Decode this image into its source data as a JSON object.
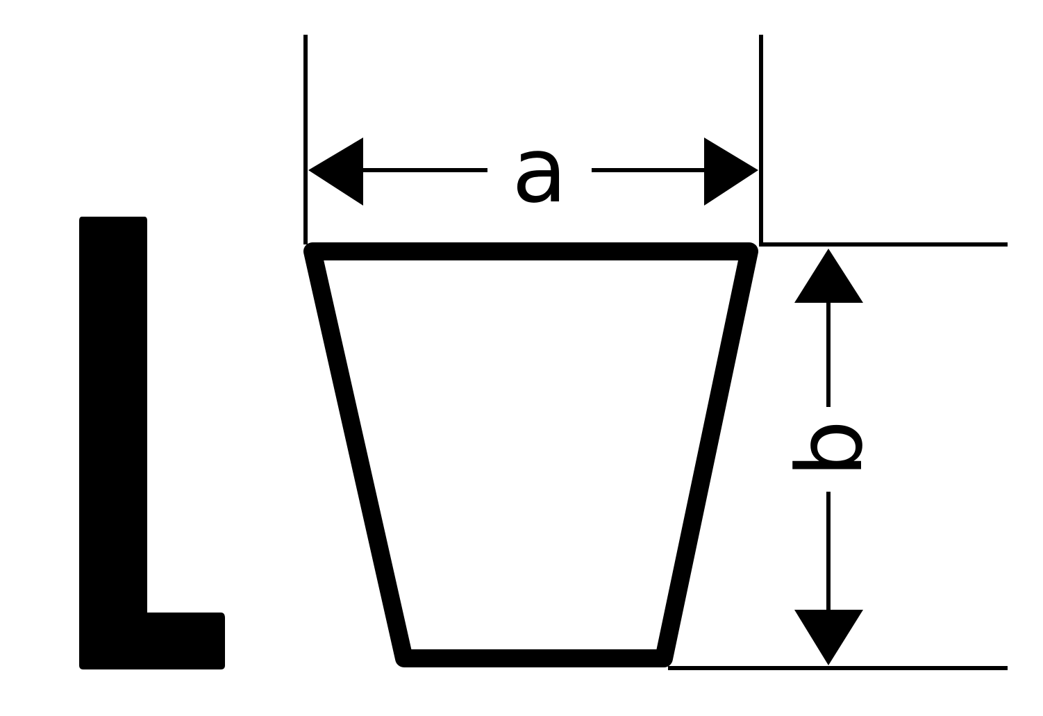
{
  "diagram": {
    "profile_letter": "L",
    "dimension_width_label": "a",
    "dimension_height_label": "b",
    "colors": {
      "stroke": "#000000",
      "background": "#ffffff"
    }
  }
}
